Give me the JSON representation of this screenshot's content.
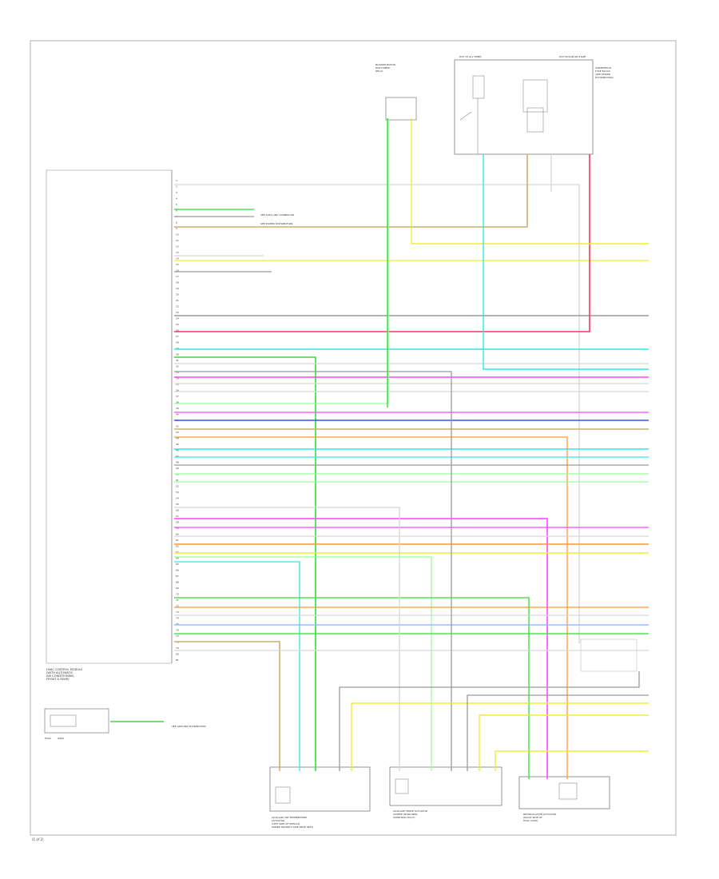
{
  "page": {
    "corner_label": "(1 of 2)"
  },
  "colors": {
    "frame": "#b0b0b0",
    "component": "#8a8a8a",
    "text": "#333333",
    "wire_white": "#d6d6d6",
    "wire_green": "#33dd33",
    "wire_tan": "#c8b070",
    "wire_yellow": "#eeee33",
    "wire_cyan": "#33e6e6",
    "wire_red": "#ff3366",
    "wire_gray": "#9a9a9a",
    "wire_magenta": "#ff44ff",
    "wire_blue": "#3355ee",
    "wire_lt_green": "#99ff99",
    "wire_orange": "#ff9933",
    "wire_lt_blue": "#99bbff"
  },
  "connector_pins": [
    "1",
    "2",
    "3",
    "4",
    "5",
    "6",
    "7",
    "8",
    "9",
    "10",
    "11",
    "12",
    "13",
    "14",
    "15",
    "16",
    "17",
    "18",
    "19",
    "20",
    "21",
    "22",
    "23",
    "24",
    "25",
    "26",
    "27",
    "28",
    "29",
    "30",
    "31",
    "32",
    "33",
    "34",
    "35",
    "36",
    "37",
    "38",
    "39",
    "40",
    "41",
    "42",
    "43",
    "44",
    "45",
    "46",
    "47",
    "48",
    "49",
    "50",
    "51",
    "52",
    "53",
    "54",
    "55",
    "56",
    "57",
    "58",
    "59",
    "60",
    "61",
    "62",
    "63",
    "64",
    "65",
    "66",
    "67",
    "68",
    "69",
    "70",
    "71",
    "72",
    "73",
    "74",
    "75",
    "76",
    "77",
    "78",
    "79",
    "80",
    "81"
  ],
  "control_module": {
    "labels": [
      "HVAC CONTROL MODULE",
      "(WITH AUTOMATIC",
      "AIR CONDITIONING,",
      "FRONT & REAR)"
    ]
  },
  "top_right_module": {
    "header_left": "HOT AT ALL TIMES",
    "header_right": "HOT IN RUN OR START",
    "labels": [
      "UNDERHOOD",
      "FUSE BLOCK",
      "(SEE POWER",
      "DISTRIBUTION)"
    ]
  },
  "relay_module": {
    "labels": [
      "BLOWER MOTOR",
      "HIGH SPEED",
      "RELAY"
    ]
  },
  "bottom_components": [
    {
      "labels": [
        "AUXILIARY AIR TEMPERATURE",
        "ACTUATOR",
        "(LEFT SIDE OF VEHICLE,",
        "UNDER DRIVER'S SIDE REAR SEAT)"
      ]
    },
    {
      "labels": [
        "AUXILIARY MODE ACTUATOR",
        "(UNDER HEADLINER,",
        "OVERHEAD DUCT)"
      ]
    },
    {
      "labels": [
        "RECIRCULATION ACTUATOR",
        "(RIGHT SIDE OF",
        "HVAC CASE)"
      ]
    }
  ],
  "ground_block": {
    "label": "HVAC",
    "label2": "G200"
  },
  "splice_notes": [
    "SEE GROUND DISTRIBUTION",
    "SEE DATA LINK CONNECTOR",
    "SEE POWER DISTRIBUTION"
  ]
}
